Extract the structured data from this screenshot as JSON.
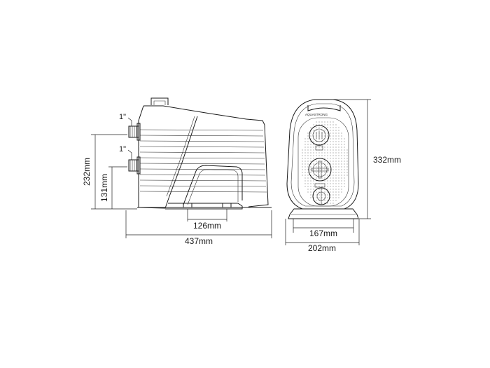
{
  "diagram": {
    "side_view": {
      "port_labels": [
        "1\"",
        "1\""
      ],
      "dimensions": {
        "total_height": "232mm",
        "port_height": "131mm",
        "foot_spacing": "126mm",
        "total_length": "437mm"
      }
    },
    "front_view": {
      "brand_label": "AQUASTRONG",
      "dimensions": {
        "total_height": "332mm",
        "base_width": "167mm",
        "total_width": "202mm"
      }
    },
    "colors": {
      "line": "#1a1a1a",
      "background": "#ffffff"
    }
  }
}
